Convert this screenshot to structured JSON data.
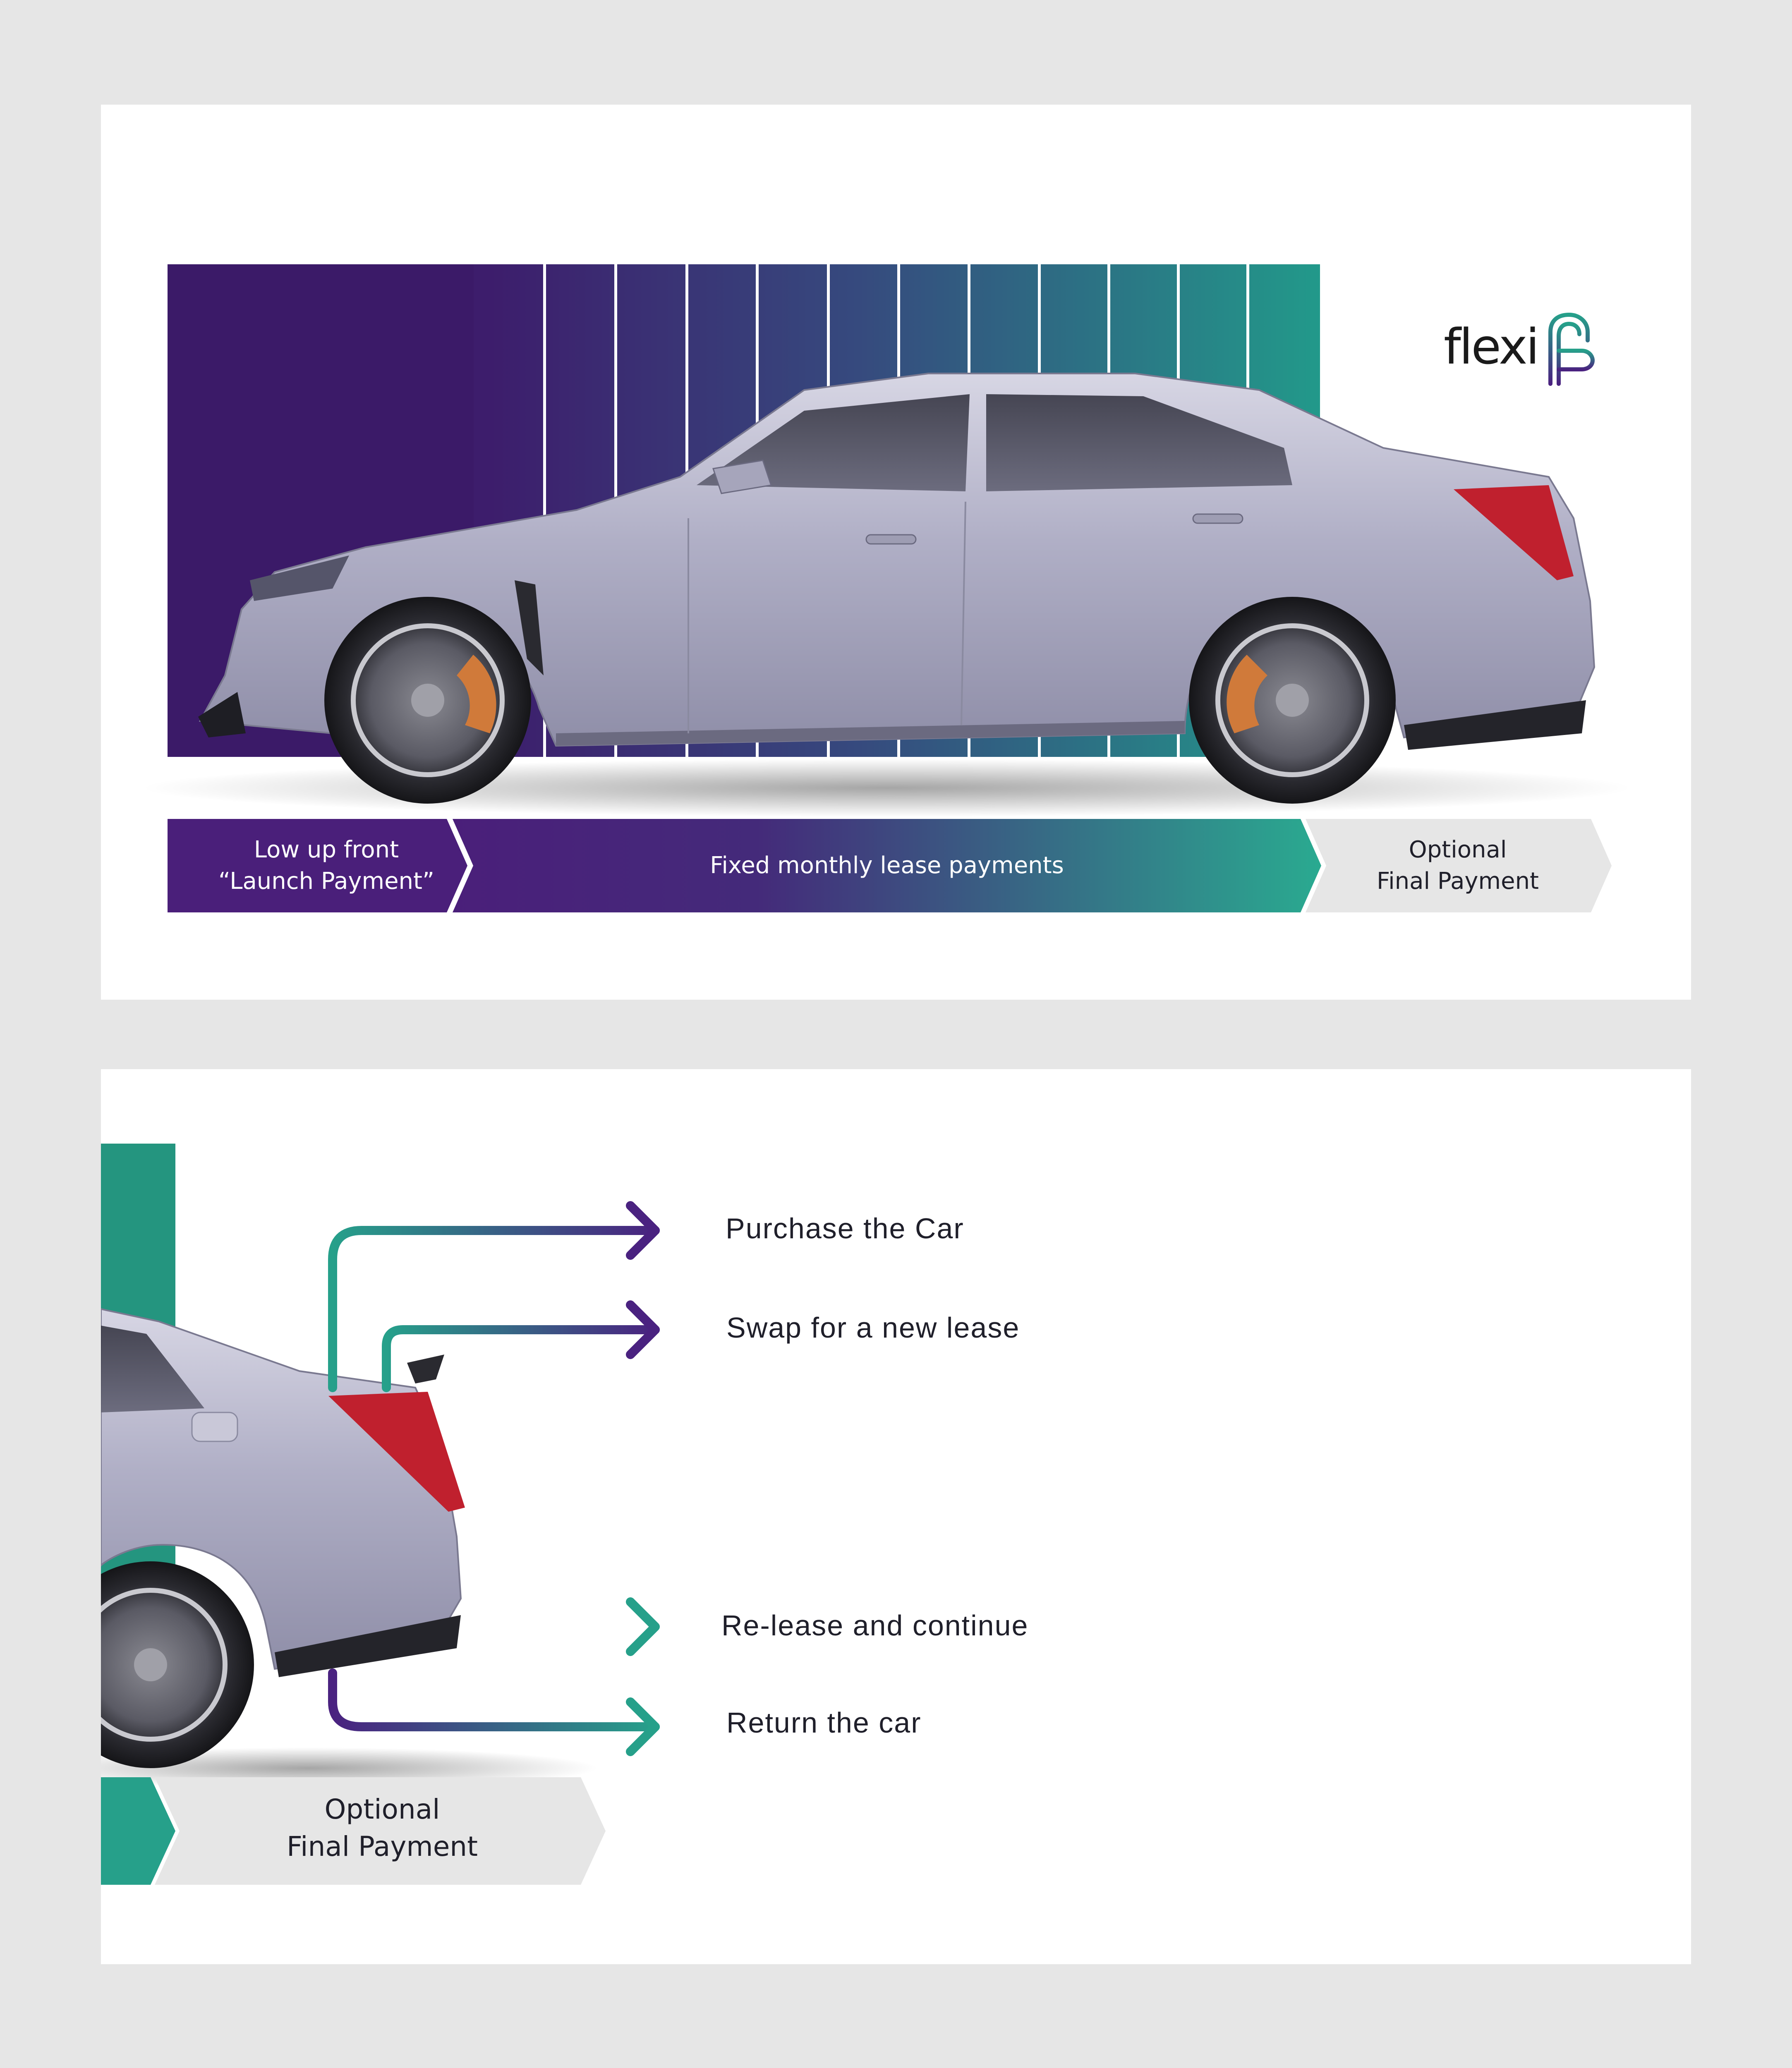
{
  "brand": {
    "logo_text": "flexi"
  },
  "top_panel": {
    "steps": [
      {
        "line1": "Low up front",
        "line2": "“Launch Payment”"
      },
      {
        "line1": "Fixed monthly lease payments"
      },
      {
        "line1": "Optional",
        "line2": "Final Payment"
      }
    ]
  },
  "bottom_panel": {
    "final_step": {
      "line1": "Optional",
      "line2": "Final Payment"
    },
    "options": [
      "Purchase the Car",
      "Swap for a new lease",
      "Re-lease and continue",
      "Return the car"
    ]
  },
  "colors": {
    "purple": "#3e1a6b",
    "teal": "#26a08a",
    "grey_chevron": "#e6e6e6",
    "background": "#e6e6e6"
  }
}
